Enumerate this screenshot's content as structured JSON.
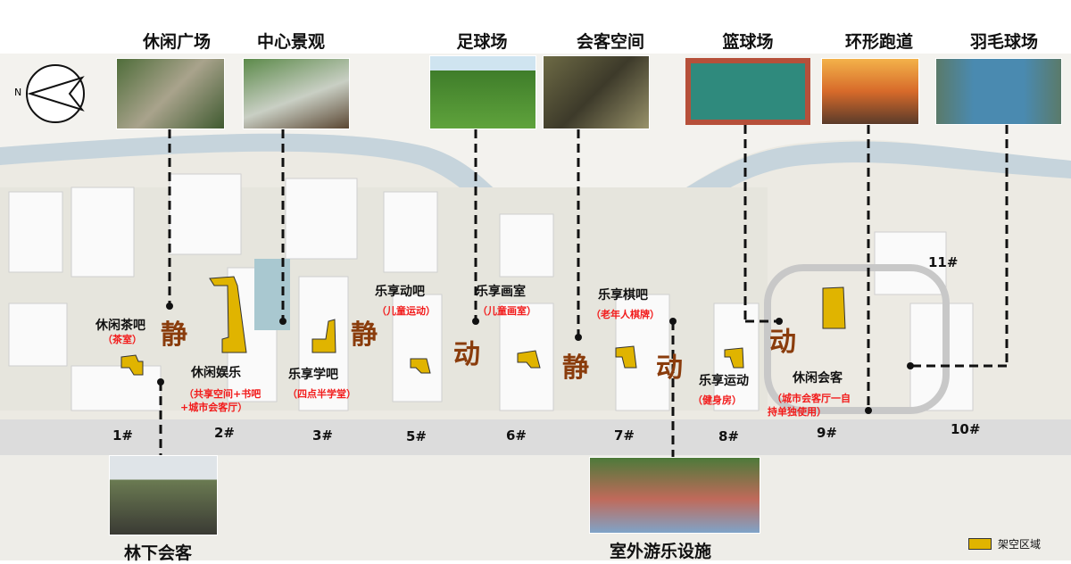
{
  "photos": [
    {
      "title": "休闲广场"
    },
    {
      "title": "中心景观"
    },
    {
      "title": "足球场"
    },
    {
      "title": "会客空间"
    },
    {
      "title": "篮球场"
    },
    {
      "title": "环形跑道"
    },
    {
      "title": "羽毛球场"
    },
    {
      "title": "林下会客"
    },
    {
      "title": "室外游乐设施"
    }
  ],
  "facilities": [
    {
      "name": "休闲茶吧",
      "note": "（茶室）"
    },
    {
      "name": "休闲娱乐",
      "note": "（共享空间+书吧",
      "note2": "+城市会客厅）"
    },
    {
      "name": "乐享学吧",
      "note": "（四点半学堂）"
    },
    {
      "name": "乐享动吧",
      "note": "（儿童运动）"
    },
    {
      "name": "乐享画室",
      "note": "（儿童画室）"
    },
    {
      "name": "乐享棋吧",
      "note": "（老年人棋牌）"
    },
    {
      "name": "乐享运动",
      "note": "（健身房）"
    },
    {
      "name": "休闲会客",
      "note": "（城市会客厅一自",
      "note2": "持单独使用）"
    }
  ],
  "zones": {
    "quiet": "静",
    "active": "动"
  },
  "buildings": [
    "1#",
    "2#",
    "3#",
    "5#",
    "6#",
    "7#",
    "8#",
    "9#",
    "10#",
    "11#"
  ],
  "compass": {
    "label": "N"
  },
  "legend": {
    "label": "架空区域",
    "color": "#e0b400"
  }
}
